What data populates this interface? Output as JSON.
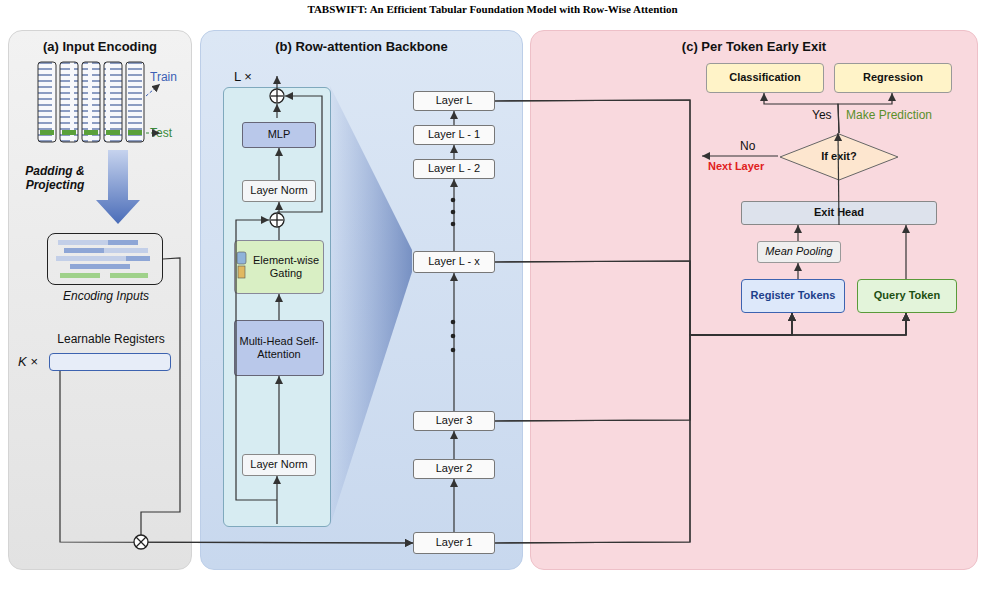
{
  "diagram": {
    "title": "TABSWIFT: An Efficient Tabular Foundation Model with Row-Wise Attention",
    "nodes": [
      {
        "text": [
          "(a) Input Encoding"
        ]
      },
      {
        "text": [
          "Encoding Inputs"
        ],
        "in": 0
      },
      {
        "text": [
          "Learnable Registers",
          "K ×"
        ],
        "in": 0
      },
      {
        "text": [
          "(b) Row-attention Backbone"
        ]
      },
      {
        "text": [
          "L ×"
        ],
        "in": 3
      },
      {
        "text": [
          "MLP"
        ],
        "in": 4
      },
      {
        "text": [
          "Layer Norm"
        ],
        "in": 4
      },
      {
        "text": [
          "Element-wise Gating"
        ],
        "in": 4
      },
      {
        "text": [
          "Multi-Head Self-Attention"
        ],
        "in": 4
      },
      {
        "text": [
          "Layer Norm"
        ],
        "in": 4
      },
      {
        "text": [
          "Layer L"
        ],
        "in": 3
      },
      {
        "text": [
          "Layer L - 1"
        ],
        "in": 3
      },
      {
        "text": [
          "Layer L - 2"
        ],
        "in": 3
      },
      {
        "text": [
          "Layer L - x"
        ],
        "in": 3
      },
      {
        "text": [
          "Layer 3"
        ],
        "in": 3
      },
      {
        "text": [
          "Layer 2"
        ],
        "in": 3
      },
      {
        "text": [
          "Layer 1"
        ],
        "in": 3
      },
      {
        "text": [
          "(c) Per Token Early Exit"
        ]
      },
      {
        "text": [
          "Classification"
        ],
        "in": 17
      },
      {
        "text": [
          "Regression"
        ],
        "in": 17
      },
      {
        "text": [
          "If exit?"
        ],
        "in": 17
      },
      {
        "text": [
          "Exit Head"
        ],
        "in": 17
      },
      {
        "text": [
          "Mean Pooling"
        ],
        "in": 17
      },
      {
        "text": [
          "Register Tokens"
        ],
        "in": 17
      },
      {
        "text": [
          "Query Token"
        ],
        "in": 17
      }
    ],
    "edges": [
      {
        "from": 1,
        "to": 16,
        "arrow": "to"
      },
      {
        "from": 2,
        "to": 16,
        "arrow": "to"
      },
      {
        "from": 16,
        "to": 15,
        "arrow": "to"
      },
      {
        "from": 15,
        "to": 14,
        "arrow": "to"
      },
      {
        "from": 14,
        "to": 13,
        "arrow": "to"
      },
      {
        "from": 13,
        "to": 12,
        "arrow": "to"
      },
      {
        "from": 12,
        "to": 11,
        "arrow": "to"
      },
      {
        "from": 11,
        "to": 10,
        "arrow": "to"
      },
      {
        "from": 10,
        "to": 23,
        "arrow": "to"
      },
      {
        "from": 10,
        "to": 24,
        "arrow": "to"
      },
      {
        "from": 13,
        "to": 23,
        "arrow": "to"
      },
      {
        "from": 13,
        "to": 24,
        "arrow": "to"
      },
      {
        "from": 14,
        "to": 23,
        "arrow": "to"
      },
      {
        "from": 14,
        "to": 24,
        "arrow": "to"
      },
      {
        "from": 16,
        "to": 23,
        "arrow": "to"
      },
      {
        "from": 16,
        "to": 24,
        "arrow": "to"
      },
      {
        "from": 23,
        "to": 22,
        "arrow": "to"
      },
      {
        "from": 22,
        "to": 21,
        "arrow": "to"
      },
      {
        "from": 24,
        "to": 21,
        "arrow": "to"
      },
      {
        "from": 21,
        "to": 20,
        "arrow": "to"
      },
      {
        "from": 20,
        "to": 18,
        "arrow": "to"
      },
      {
        "from": 20,
        "to": 19,
        "arrow": "to"
      },
      {
        "from": 9,
        "to": 8,
        "arrow": "to"
      },
      {
        "from": 8,
        "to": 7,
        "arrow": "to"
      },
      {
        "from": 7,
        "to": 6,
        "arrow": "to"
      },
      {
        "from": 6,
        "to": 5,
        "arrow": "to"
      }
    ],
    "labels": [
      "Train",
      "Test",
      "Padding & Projecting",
      "Yes",
      "Make Prediction",
      "No",
      "Next Layer"
    ]
  }
}
